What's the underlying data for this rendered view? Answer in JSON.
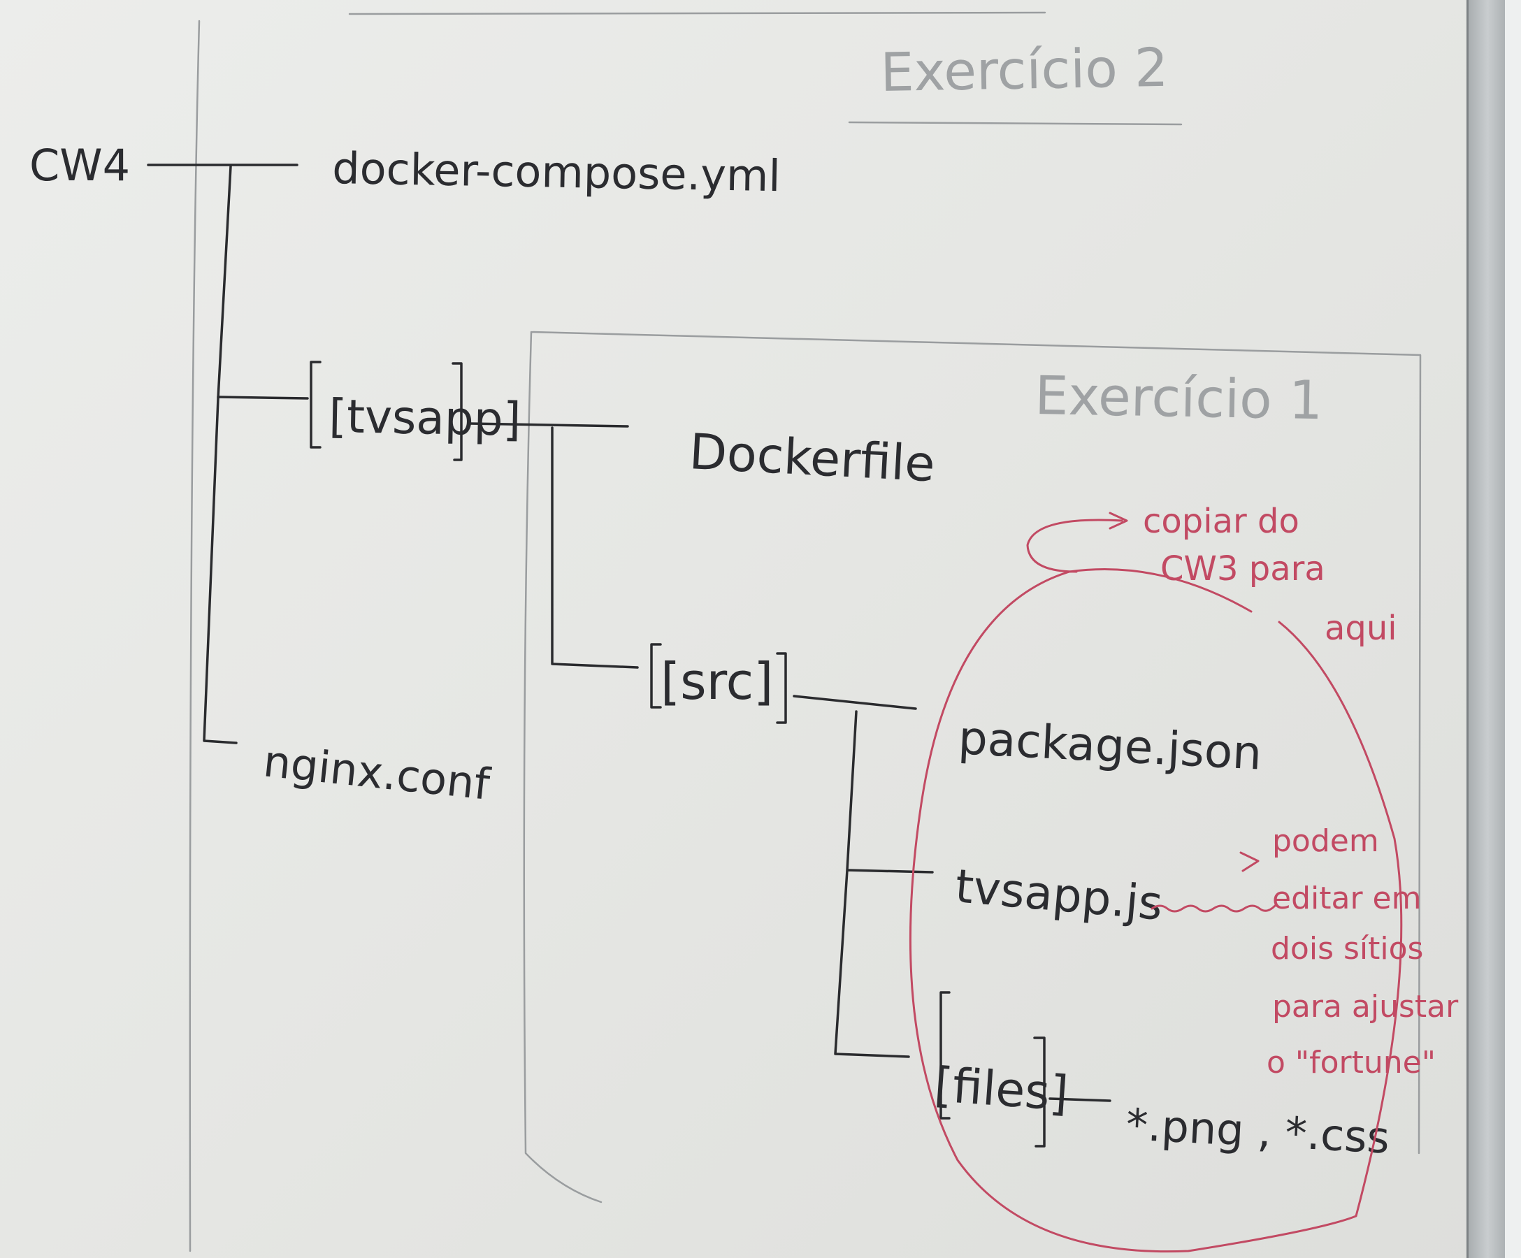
{
  "board": {
    "exercise2_label": "Exercício 2",
    "exercise1_label": "Exercício 1"
  },
  "tree": {
    "root": "CW4",
    "root_files": [
      "docker-compose.yml",
      "nginx.conf"
    ],
    "tvsapp": {
      "name": "[tvsapp]",
      "dockerfile": "Dockerfile",
      "src": {
        "name": "[src]",
        "package": "package.json",
        "tvsapp_js": "tvsapp.js",
        "files": {
          "name": "[files]",
          "contents": "*.png , *.css"
        }
      }
    }
  },
  "notes": {
    "copy": [
      "copiar do",
      "CW3 para",
      "aqui"
    ],
    "edit": [
      "podem",
      "editar em",
      "dois sítios",
      "para ajustar",
      "o \"fortune\""
    ]
  },
  "colors": {
    "board": "#e8e9e6",
    "marker_black": "#2a2b2e",
    "marker_grey": "#9a9d9f",
    "marker_red": "#c24a63",
    "frame": "#a9aeb0"
  }
}
